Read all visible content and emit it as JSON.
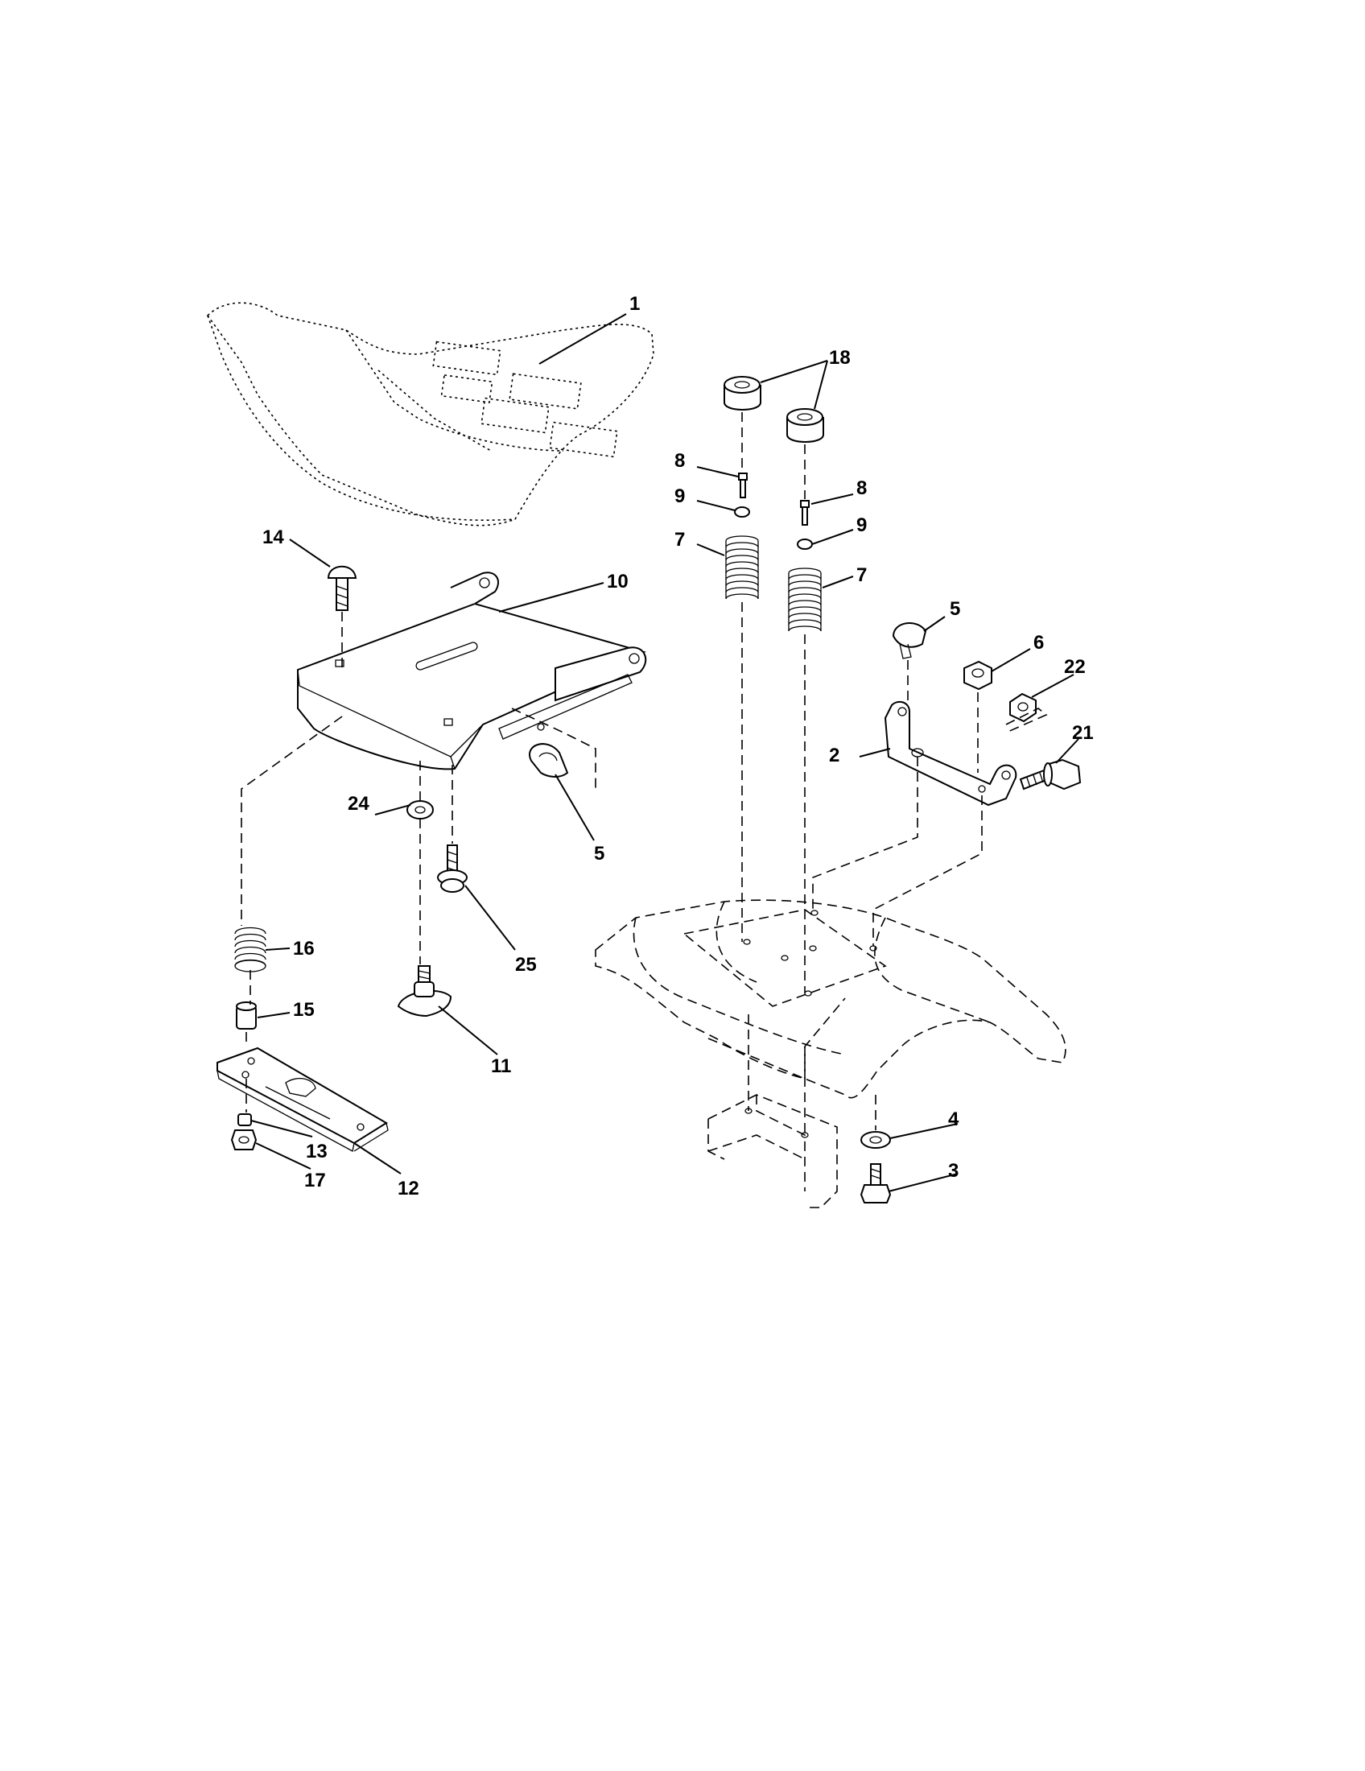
{
  "diagram": {
    "callouts": {
      "c1": "1",
      "c2": "2",
      "c3": "3",
      "c4": "4",
      "c5a": "5",
      "c5b": "5",
      "c6": "6",
      "c7a": "7",
      "c7b": "7",
      "c8a": "8",
      "c8b": "8",
      "c9a": "9",
      "c9b": "9",
      "c10": "10",
      "c11": "11",
      "c12": "12",
      "c13": "13",
      "c14": "14",
      "c15": "15",
      "c16": "16",
      "c17": "17",
      "c18": "18",
      "c21": "21",
      "c22": "22",
      "c24": "24",
      "c25": "25"
    }
  }
}
